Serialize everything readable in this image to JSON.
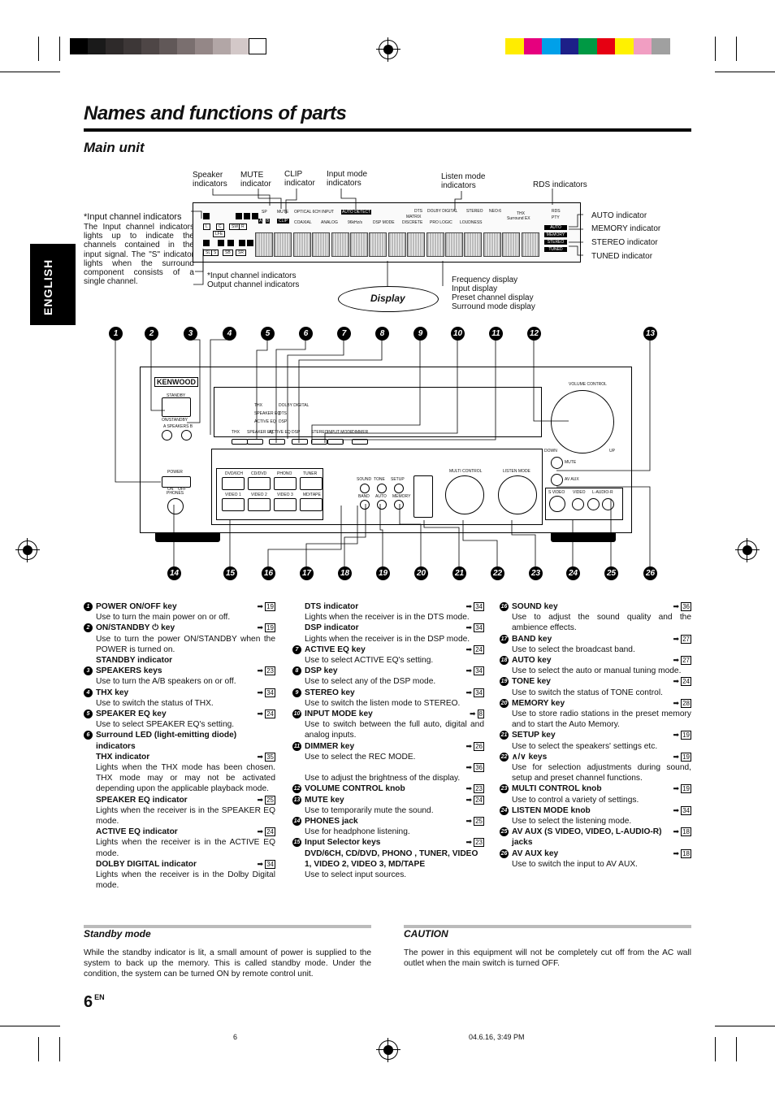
{
  "title": "Names and functions of parts",
  "subtitle": "Main unit",
  "language_tab": "ENGLISH",
  "colors": {
    "gray_swatches": [
      "#000000",
      "#1a1a1a",
      "#2e2a2a",
      "#3d3737",
      "#4e4646",
      "#615858",
      "#7a6f6f",
      "#948787",
      "#b2a6a6",
      "#d3c8c8",
      "#ffffff"
    ],
    "color_swatches": [
      "#ffec00",
      "#e6007e",
      "#00a0e9",
      "#1d2088",
      "#009944",
      "#e60012",
      "#fff100",
      "#f19ec2",
      "#a0a0a0"
    ]
  },
  "display_callouts": {
    "speaker_indicators": "Speaker\nindicators",
    "mute_indicator": "MUTE\nindicator",
    "clip_indicator": "CLIP\nindicator",
    "input_mode_indicators": "Input mode\nindicators",
    "listen_mode_indicators": "Listen mode\nindicators",
    "rds_indicators": "RDS indicators",
    "input_channel_title": "*Input channel indicators",
    "input_channel_note": "The Input channel indicators lights up to indicate the channels contained in the input signal. The \"S\" indicator lights when the surround component consists of a single channel.",
    "input_output_channel": "*Input channel indicators\nOutput channel indicators",
    "auto_indicator": "AUTO indicator",
    "memory_indicator": "MEMORY indicator",
    "stereo_indicator": "STEREO indicator",
    "tuned_indicator": "TUNED indicator",
    "display_label": "Display",
    "display_modes": "Frequency display\nInput display\nPreset channel display\nSurround mode display"
  },
  "display_panel": {
    "left_labels": [
      "L",
      "C",
      "SW",
      "R",
      "LFE",
      "SL",
      "S",
      "SB",
      "SR"
    ],
    "sp": "SP",
    "a": "A",
    "b": "B",
    "mute": "MUTE",
    "clip": "CLIP",
    "optical_6ch": "OPTICAL 6CH INPUT",
    "auto_detect": "AUTO DETECT",
    "coaxial": "COAXIAL",
    "analog": "ANALOG",
    "khz": "96kHz/s",
    "dts": "DTS",
    "dolby_digital": "DOLBY DIGITAL",
    "matrix": "MATRIX",
    "dsp_mode": "DSP MODE",
    "discrete": "DISCRETE",
    "pro_logic": "PRO LOGIC",
    "stereo": "STEREO",
    "loudness": "LOUDNESS",
    "neo6": "NEO:6",
    "thx": "THX",
    "surround_ex": "Surround EX",
    "rds": "RDS",
    "pty": "PTY",
    "right_badges": [
      "AUTO",
      "MEMORY",
      "STEREO",
      "TUNED"
    ]
  },
  "unit_panel": {
    "brand": "KENWOOD",
    "standby": "STANDBY",
    "on_standby": "ON/STANDBY",
    "speakers": "A SPEAKERS B",
    "volume_control": "VOLUME CONTROL",
    "down": "DOWN",
    "up": "UP",
    "mute": "MUTE",
    "av_aux": "AV AUX",
    "power": "POWER",
    "on_off": "ON    OFF",
    "phones": "PHONES",
    "display_small": [
      "THX",
      "SPEAKER EQ",
      "ACTIVE EQ",
      "DOLBY DIGITAL",
      "DTS",
      "DSP"
    ],
    "under_display": [
      "THX",
      "SPEAKER EQ",
      "ACTIVE EQ",
      "DSP",
      "STEREO",
      "INPUT MODE",
      "DIMMER"
    ],
    "input_keys_top": [
      "DVD/6CH",
      "CD/DVD",
      "PHONO",
      "TUNER"
    ],
    "input_keys_bottom": [
      "VIDEO 1",
      "VIDEO 2",
      "VIDEO 3",
      "MD/TAPE"
    ],
    "small_keys_top": [
      "SOUND",
      "TONE",
      "SETUP"
    ],
    "small_keys_bottom": [
      "BAND",
      "AUTO",
      "MEMORY"
    ],
    "multi_control": "MULTI CONTROL",
    "listen_mode": "LISTEN MODE",
    "jacks": [
      "S VIDEO",
      "VIDEO",
      "L-AUDIO-R"
    ]
  },
  "top_numbers": [
    "1",
    "2",
    "3",
    "4",
    "5",
    "6",
    "7",
    "8",
    "9",
    "10",
    "11",
    "12",
    "13"
  ],
  "bottom_numbers": [
    "14",
    "15",
    "16",
    "17",
    "18",
    "19",
    "20",
    "21",
    "22",
    "23",
    "24",
    "25",
    "26"
  ],
  "columns": {
    "col1": [
      {
        "num": "1",
        "head": "POWER ON/OFF key",
        "page": "19",
        "desc": "Use to turn the main power on or off."
      },
      {
        "num": "2",
        "head": "ON/STANDBY ⏻ key",
        "page": "19",
        "desc": "Use to turn the power ON/STANDBY when the POWER is turned on."
      },
      {
        "num": "",
        "head": "STANDBY indicator",
        "page": "",
        "desc": ""
      },
      {
        "num": "3",
        "head": "SPEAKERS keys",
        "page": "23",
        "desc": "Use to turn the A/B speakers on or off."
      },
      {
        "num": "4",
        "head": "THX key",
        "page": "34",
        "desc": "Use to switch the status of THX."
      },
      {
        "num": "5",
        "head": "SPEAKER EQ key",
        "page": "24",
        "desc": "Use to select SPEAKER EQ's setting."
      },
      {
        "num": "6",
        "head": "Surround LED (light-emitting diode) indicators",
        "page": "",
        "desc": ""
      },
      {
        "num": "",
        "head": "THX indicator",
        "page": "35",
        "desc": "Lights when the THX mode has been chosen. THX mode may or may not be activated depending upon the applicable playback mode."
      },
      {
        "num": "",
        "head": "SPEAKER EQ indicator",
        "page": "25",
        "desc": "Lights when the receiver is in the SPEAKER EQ mode."
      },
      {
        "num": "",
        "head": "ACTIVE EQ indicator",
        "page": "24",
        "desc": "Lights when the receiver is in the ACTIVE EQ mode."
      },
      {
        "num": "",
        "head": "DOLBY DIGITAL indicator",
        "page": "34",
        "desc": "Lights when the receiver is in the Dolby Digital mode."
      }
    ],
    "col2": [
      {
        "num": "",
        "head": "DTS  indicator",
        "page": "34",
        "desc": "Lights when the receiver is in the DTS mode."
      },
      {
        "num": "",
        "head": "DSP  indicator",
        "page": "34",
        "desc": "Lights when the receiver is in the DSP mode."
      },
      {
        "num": "7",
        "head": "ACTIVE EQ key",
        "page": "24",
        "desc": "Use to select ACTIVE EQ's setting."
      },
      {
        "num": "8",
        "head": "DSP key",
        "page": "34",
        "desc": "Use to select any of the DSP mode."
      },
      {
        "num": "9",
        "head": "STEREO key",
        "page": "34",
        "desc": "Use to switch the listen mode to STEREO."
      },
      {
        "num": "10",
        "head": "INPUT MODE key",
        "page": "8",
        "desc": "Use to switch between the full auto, digital and analog inputs."
      },
      {
        "num": "11",
        "head": "DIMMER key",
        "page": "26",
        "desc": "Use to select the REC MODE."
      },
      {
        "num": "",
        "head": "",
        "page": "36",
        "desc": "Use to adjust the brightness of the display."
      },
      {
        "num": "12",
        "head": "VOLUME CONTROL knob",
        "page": "23",
        "desc": ""
      },
      {
        "num": "13",
        "head": "MUTE key",
        "page": "24",
        "desc": "Use to temporarily mute the sound."
      },
      {
        "num": "14",
        "head": "PHONES jack",
        "page": "25",
        "desc": "Use for headphone listening."
      },
      {
        "num": "15",
        "head": "Input Selector keys",
        "page": "23",
        "desc": ""
      },
      {
        "num": "",
        "head": "DVD/6CH, CD/DVD, PHONO , TUNER, VIDEO 1, VIDEO 2, VIDEO 3, MD/TAPE",
        "page": "",
        "desc": "Use to select input sources."
      }
    ],
    "col3": [
      {
        "num": "16",
        "head": "SOUND key",
        "page": "36",
        "desc": "Use to adjust the sound quality and the ambience effects."
      },
      {
        "num": "17",
        "head": "BAND key",
        "page": "27",
        "desc": "Use to select the broadcast band."
      },
      {
        "num": "18",
        "head": "AUTO key",
        "page": "27",
        "desc": "Use to select the auto or manual tuning mode."
      },
      {
        "num": "19",
        "head": "TONE key",
        "page": "24",
        "desc": "Use to switch the status of TONE control."
      },
      {
        "num": "20",
        "head": "MEMORY key",
        "page": "28",
        "desc": "Use to store radio stations in the preset memory and to start the Auto Memory."
      },
      {
        "num": "21",
        "head": "SETUP key",
        "page": "19",
        "desc": "Use to select the speakers' settings etc."
      },
      {
        "num": "22",
        "head": "∧/∨ keys",
        "page": "19",
        "desc": "Use for  selection adjustments during sound, setup and preset channel functions."
      },
      {
        "num": "23",
        "head": "MULTI CONTROL knob",
        "page": "19",
        "desc": "Use to control a variety of settings."
      },
      {
        "num": "24",
        "head": "LISTEN MODE knob",
        "page": "34",
        "desc": "Use to select the listening mode."
      },
      {
        "num": "25",
        "head": "AV AUX (S VIDEO, VIDEO, L-AUDIO-R) jacks",
        "page": "18",
        "desc": ""
      },
      {
        "num": "26",
        "head": "AV AUX key",
        "page": "18",
        "desc": "Use to switch the input to AV AUX."
      }
    ]
  },
  "standby": {
    "title": "Standby mode",
    "text": "While the standby indicator is lit, a small amount of power is supplied to the system to back up the memory. This is called standby mode. Under the condition, the system can be turned ON by remote control unit."
  },
  "caution": {
    "title": "CAUTION",
    "text": "The power in this equipment will not be completely cut off from the AC wall outlet when the main switch is turned OFF."
  },
  "page_number": "6",
  "page_suffix": "EN",
  "footer_page": "6",
  "footer_timestamp": "04.6.16, 3:49 PM"
}
